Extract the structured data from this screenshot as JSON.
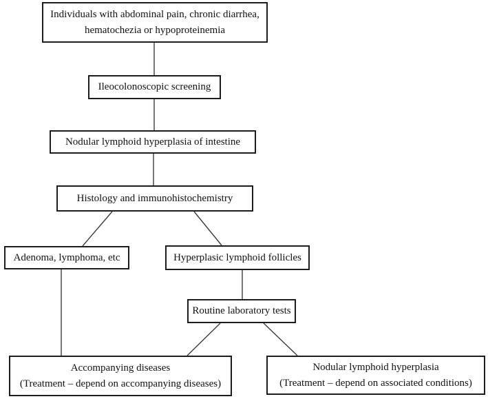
{
  "diagram": {
    "background_color": "#ffffff",
    "box_border_color": "#1c1c1c",
    "text_color": "#111111",
    "line_color": "#3a3a3a",
    "nodes": [
      {
        "id": "symptoms",
        "lines": [
          "Individuals with abdominal pain, chronic diarrhea,",
          "hematochezia or hypoproteinemia"
        ]
      },
      {
        "id": "screening",
        "lines": [
          "Ileocolonoscopic screening"
        ]
      },
      {
        "id": "nlh-intestine",
        "lines": [
          "Nodular lymphoid hyperplasia of intestine"
        ]
      },
      {
        "id": "histology",
        "lines": [
          "Histology and immunohistochemistry"
        ]
      },
      {
        "id": "adenoma",
        "lines": [
          "Adenoma, lymphoma, etc"
        ]
      },
      {
        "id": "follicles",
        "lines": [
          "Hyperplasic lymphoid follicles"
        ]
      },
      {
        "id": "lab-tests",
        "lines": [
          "Routine laboratory tests"
        ]
      },
      {
        "id": "accompanying",
        "lines": [
          "Accompanying diseases",
          "(Treatment – depend on accompanying diseases)"
        ]
      },
      {
        "id": "nlh-final",
        "lines": [
          "Nodular lymphoid hyperplasia",
          "(Treatment – depend on associated conditions)"
        ]
      }
    ],
    "edges": [
      {
        "from": "symptoms",
        "to": "screening"
      },
      {
        "from": "screening",
        "to": "nlh-intestine"
      },
      {
        "from": "nlh-intestine",
        "to": "histology"
      },
      {
        "from": "histology",
        "to": "adenoma"
      },
      {
        "from": "histology",
        "to": "follicles"
      },
      {
        "from": "adenoma",
        "to": "accompanying"
      },
      {
        "from": "follicles",
        "to": "lab-tests"
      },
      {
        "from": "lab-tests",
        "to": "accompanying"
      },
      {
        "from": "lab-tests",
        "to": "nlh-final"
      }
    ]
  }
}
